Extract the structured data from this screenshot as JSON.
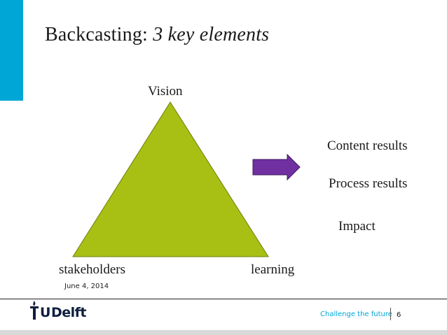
{
  "slide": {
    "title_main": "Backcasting: ",
    "title_italic": "3 key elements",
    "date": "June 4, 2014",
    "page_number": "6"
  },
  "triangle": {
    "top_label": "Vision",
    "left_label": "stakeholders",
    "right_label": "learning",
    "fill_color": "#a8c014",
    "stroke_color": "#6f7d0a"
  },
  "arrow": {
    "fill_color": "#7030a0"
  },
  "results": {
    "content": "Content results",
    "process": "Process results",
    "impact": "Impact"
  },
  "footer": {
    "logo_t": "T",
    "logo_u": "U",
    "logo_rest": "Delft",
    "tagline": "Challenge the future"
  },
  "colors": {
    "accent": "#00a6d6",
    "title_text": "#1a1a1a"
  }
}
